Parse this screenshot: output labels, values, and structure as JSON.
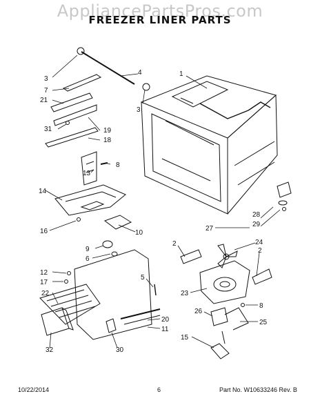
{
  "watermark": "AppliancePartsPros.com",
  "title": "FREEZER LINER PARTS",
  "callouts": {
    "c1": "1",
    "c2a": "2",
    "c2b": "2",
    "c3a": "3",
    "c3b": "3",
    "c4": "4",
    "c5": "5",
    "c6": "6",
    "c7": "7",
    "c8a": "8",
    "c8b": "8",
    "c9": "9",
    "c10": "10",
    "c11": "11",
    "c12": "12",
    "c13": "13",
    "c14": "14",
    "c15": "15",
    "c16": "16",
    "c17": "17",
    "c18": "18",
    "c19": "19",
    "c20": "20",
    "c21": "21",
    "c22": "22",
    "c23": "23",
    "c24": "24",
    "c25": "25",
    "c26": "26",
    "c27": "27",
    "c28": "28",
    "c29": "29",
    "c30": "30",
    "c31": "31",
    "c32": "32"
  },
  "footer": {
    "date": "10/22/2014",
    "page": "6",
    "part_no": "Part No. W10633246 Rev. B"
  }
}
